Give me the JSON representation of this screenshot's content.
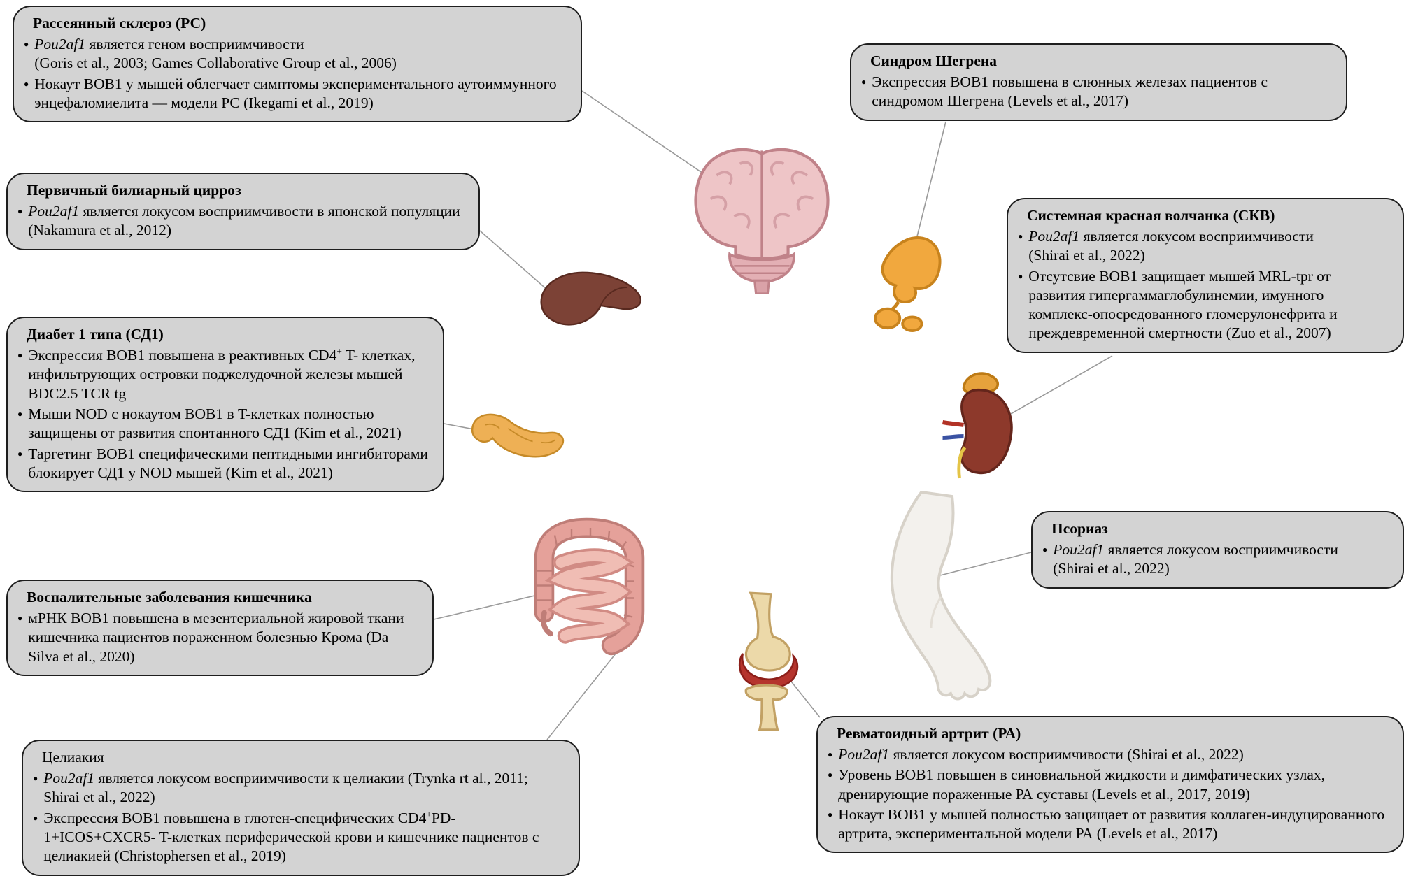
{
  "glyphs": {
    "bullet": "●"
  },
  "colors": {
    "box_bg": "#d3d3d3",
    "box_border": "#1e1e1e",
    "connector": "#9a9a9a",
    "brain": "#eec5c7",
    "gland": "#f1a83e",
    "liver": "#7c4236",
    "kidney": "#8d392b",
    "pancreas": "#eeb055",
    "intestine": "#e5a19a",
    "bone": "#ecd9a9",
    "joint_capsule": "#b5342d"
  },
  "organs": [
    "brain",
    "salivary-glands",
    "liver",
    "kidney",
    "pancreas",
    "arm",
    "intestine",
    "knee-joint"
  ],
  "boxes": [
    {
      "id": "multiple-sclerosis",
      "title": "Рассеянный склероз (РС)",
      "bullets": [
        [
          {
            "t": "Pou2af1",
            "s": "i"
          },
          {
            "t": " является геном восприимчивости"
          },
          {
            "s": "br"
          },
          {
            "t": "(Goris et al., 2003; Games Collaborative Group et al., 2006)"
          }
        ],
        [
          {
            "t": "Нокаут BOB1 у мышей облегчает симптомы экспериментального аутоиммунного энцефаломиелита — модели РС (Ikegami et al., 2019)"
          }
        ]
      ]
    },
    {
      "id": "primary-biliary-cirrhosis",
      "title": "Первичный билиарный цирроз",
      "bullets": [
        [
          {
            "t": "Pou2af1",
            "s": "i"
          },
          {
            "t": " является локусом восприимчивости в японской популяции (Nakamura et al., 2012)"
          }
        ]
      ]
    },
    {
      "id": "type1-diabetes",
      "title": "Диабет 1 типа (СД1)",
      "bullets": [
        [
          {
            "t": "Экспрессия BOB1 повышена в реактивных CD4"
          },
          {
            "t": "+",
            "s": "sup"
          },
          {
            "t": " T- клетках, инфильтрующих островки поджелудочной железы мышей BDC2.5 TCR tg"
          }
        ],
        [
          {
            "t": "Мыши NOD с нокаутом BOB1 в T-клетках полностью защищены от развития спонтанного СД1 (Kim et al., 2021)"
          }
        ],
        [
          {
            "t": "Таргетинг BOB1 специфическими пептидными ингибиторами блокирует СД1 у NOD мышей (Kim et al., 2021)"
          }
        ]
      ]
    },
    {
      "id": "ibd",
      "title": "Воспалительные заболевания кишечника",
      "bullets": [
        [
          {
            "t": "мРНК BOB1 повышена в мезентериальной жировой ткани кишечника пациентов пораженном болезнью Крома (Da Silva et al., 2020)"
          }
        ]
      ]
    },
    {
      "id": "celiac",
      "title": "Целиакия",
      "bullets": [
        [
          {
            "t": "Pou2af1",
            "s": "i"
          },
          {
            "t": " является локусом восприимчивости к целиакии (Trynka rt al., 2011; Shirai et al., 2022)"
          }
        ],
        [
          {
            "t": "Экспрессия BOB1 повышена в глютен-специфических CD4"
          },
          {
            "t": "+",
            "s": "sup"
          },
          {
            "t": "PD-1+ICOS+CXCR5- T-клетках периферической крови и кишечнике пациентов с целиакией (Christophersen et al., 2019)"
          }
        ]
      ]
    },
    {
      "id": "sjogren",
      "title": "Синдром Шегрена",
      "bullets": [
        [
          {
            "t": "Экспрессия BOB1 повышена в слюнных железах пациентов с синдромом Шегрена (Levels et al., 2017)"
          }
        ]
      ]
    },
    {
      "id": "sle",
      "title": "Системная красная волчанка (СКВ)",
      "bullets": [
        [
          {
            "t": "Pou2af1",
            "s": "i"
          },
          {
            "t": " является локусом восприимчивости"
          },
          {
            "s": "br"
          },
          {
            "t": "(Shirai et al., 2022)"
          }
        ],
        [
          {
            "t": "Отсутсвие BOB1 защищает мышей MRL-tpr от развития гипергаммаглобулинемии, имунного комплекс-опосредованного гломерулонефрита и преждевременной смертности (Zuo et al., 2007)"
          }
        ]
      ]
    },
    {
      "id": "psoriasis",
      "title": "Псориаз",
      "bullets": [
        [
          {
            "t": "Pou2af1",
            "s": "i"
          },
          {
            "t": " является локусом восприимчивости"
          },
          {
            "s": "br"
          },
          {
            "t": "(Shirai et al., 2022)"
          }
        ]
      ]
    },
    {
      "id": "rheumatoid-arthritis",
      "title": "Ревматоидный артрит (РА)",
      "bullets": [
        [
          {
            "t": "Pou2af1",
            "s": "i"
          },
          {
            "t": " является локусом восприимчивости (Shirai et al., 2022)"
          }
        ],
        [
          {
            "t": "Уровень BOB1 повышен в синовиальной жидкости и димфатических узлах, дренирующие пораженные РА суставы (Levels et al., 2017, 2019)"
          }
        ],
        [
          {
            "t": "Нокаут BOB1 у мышей полностью защищает от развития коллаген-индуцированного артрита, экспериментальной модели РА (Levels et al., 2017)"
          }
        ]
      ]
    }
  ]
}
